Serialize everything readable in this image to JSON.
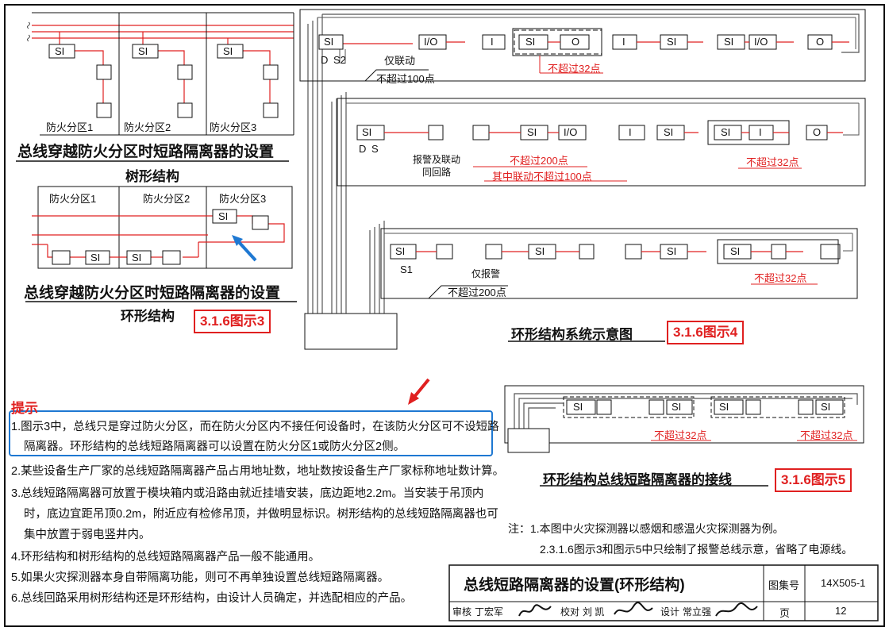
{
  "labels": {
    "si": "SI",
    "si1": "S1",
    "si2": "S2",
    "d": "D",
    "s": "S",
    "io": "I/O",
    "i": "I",
    "o": "O"
  },
  "zones": {
    "z1": "防火分区1",
    "z2": "防火分区2",
    "z3": "防火分区3",
    "z1b": "防火分区1",
    "z2b": "防火分区2",
    "z3b": "防火分区3"
  },
  "titles": {
    "tree_title": "总线穿越防火分区时短路隔离器的设置",
    "tree_sub": "树形结构",
    "ring_title": "总线穿越防火分区时短路隔离器的设置",
    "ring_sub": "环形结构",
    "fig3": "3.1.6图示3",
    "sys_title": "环形结构系统示意图",
    "fig4": "3.1.6图示4",
    "wiring_title": "环形结构总线短路隔离器的接线",
    "fig5": "3.1.6图示5"
  },
  "annotations": {
    "only_linkage": "仅联动",
    "max100": "不超过100点",
    "max32_a": "不超过32点",
    "alarm_link": "报警及联动",
    "same_loop": "同回路",
    "max200": "不超过200点",
    "link_max100": "其中联动不超过100点",
    "max32_b": "不超过32点",
    "only_alarm": "仅报警",
    "max200_b": "不超过200点",
    "max32_c": "不超过32点",
    "max32_d": "不超过32点",
    "max32_e": "不超过32点"
  },
  "tips": {
    "heading": "提示",
    "items": [
      "1.图示3中，总线只是穿过防火分区，而在防火分区内不接任何设备时，在该防火分区可不设短路",
      "隔离器。环形结构的总线短路隔离器可以设置在防火分区1或防火分区2侧。",
      "2.某些设备生产厂家的总线短路隔离器产品占用地址数，地址数按设备生产厂家标称地址数计算。",
      "3.总线短路隔离器可放置于模块箱内或沿路由就近挂墙安装，底边距地2.2m。当安装于吊顶内",
      "时，底边宜距吊顶0.2m，附近应有检修吊顶，并做明显标识。树形结构的总线短路隔离器也可",
      "集中放置于弱电竖井内。",
      "4.环形结构和树形结构的总线短路隔离器产品一般不能通用。",
      "5.如果火灾探测器本身自带隔离功能，则可不再单独设置总线短路隔离器。",
      "6.总线回路采用树形结构还是环形结构，由设计人员确定，并选配相应的产品。"
    ]
  },
  "footnotes": {
    "n1": "注：1.本图中火灾探测器以感烟和感温火灾探测器为例。",
    "n2": "2.3.1.6图示3和图示5中只绘制了报警总线示意，省略了电源线。"
  },
  "title_block": {
    "main_title": "总线短路隔离器的设置(环形结构)",
    "atlas_label": "图集号",
    "atlas_no": "14X505-1",
    "page_label": "页",
    "page_no": "12",
    "review_label": "审核",
    "reviewer": "丁宏军",
    "check_label": "校对",
    "checker": "刘 凯",
    "design_label": "设计",
    "designer": "常立强"
  },
  "colors": {
    "red": "#e02020",
    "blue": "#1e78d2",
    "gray": "#555555"
  }
}
